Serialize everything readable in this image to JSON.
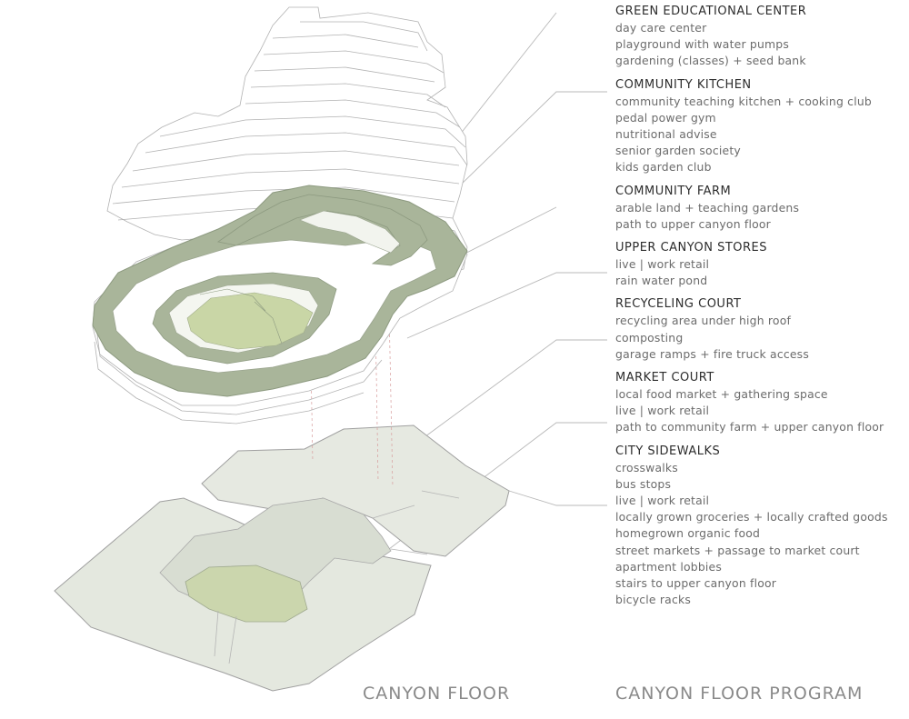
{
  "captions": {
    "floor": "CANYON FLOOR",
    "program": "CANYON FLOOR PROGRAM"
  },
  "colors": {
    "green_band": "#a9b59a",
    "green_light": "#c9d6a6",
    "plate": "#e6e9e1",
    "outline": "#9a9a9a",
    "leader": "#b5b5b5"
  },
  "sections": [
    {
      "heading": "GREEN EDUCATIONAL CENTER",
      "items": [
        "day care center",
        "playground with water pumps",
        "gardening (classes) + seed bank"
      ]
    },
    {
      "heading": "COMMUNITY KITCHEN",
      "items": [
        "community teaching kitchen + cooking club",
        "pedal power gym",
        "nutritional advise",
        "senior garden society",
        "kids garden club"
      ]
    },
    {
      "heading": "COMMUNITY FARM",
      "items": [
        "arable land + teaching gardens",
        "path to upper canyon floor"
      ]
    },
    {
      "heading": "UPPER CANYON STORES",
      "items": [
        "live | work retail",
        "rain water pond"
      ]
    },
    {
      "heading": "RECYCELING COURT",
      "items": [
        "recycling area under high roof",
        "composting",
        "garage ramps + fire truck access"
      ]
    },
    {
      "heading": "MARKET COURT",
      "items": [
        "local food market + gathering space",
        "live | work retail",
        "path to community farm + upper canyon floor"
      ]
    },
    {
      "heading": "CITY SIDEWALKS",
      "items": [
        "crosswalks",
        "bus stops",
        "live | work retail",
        "locally grown groceries + locally crafted goods",
        "homegrown organic food",
        "street markets + passage to market court",
        "apartment lobbies",
        "stairs to upper canyon floor",
        "bicycle racks"
      ]
    }
  ]
}
